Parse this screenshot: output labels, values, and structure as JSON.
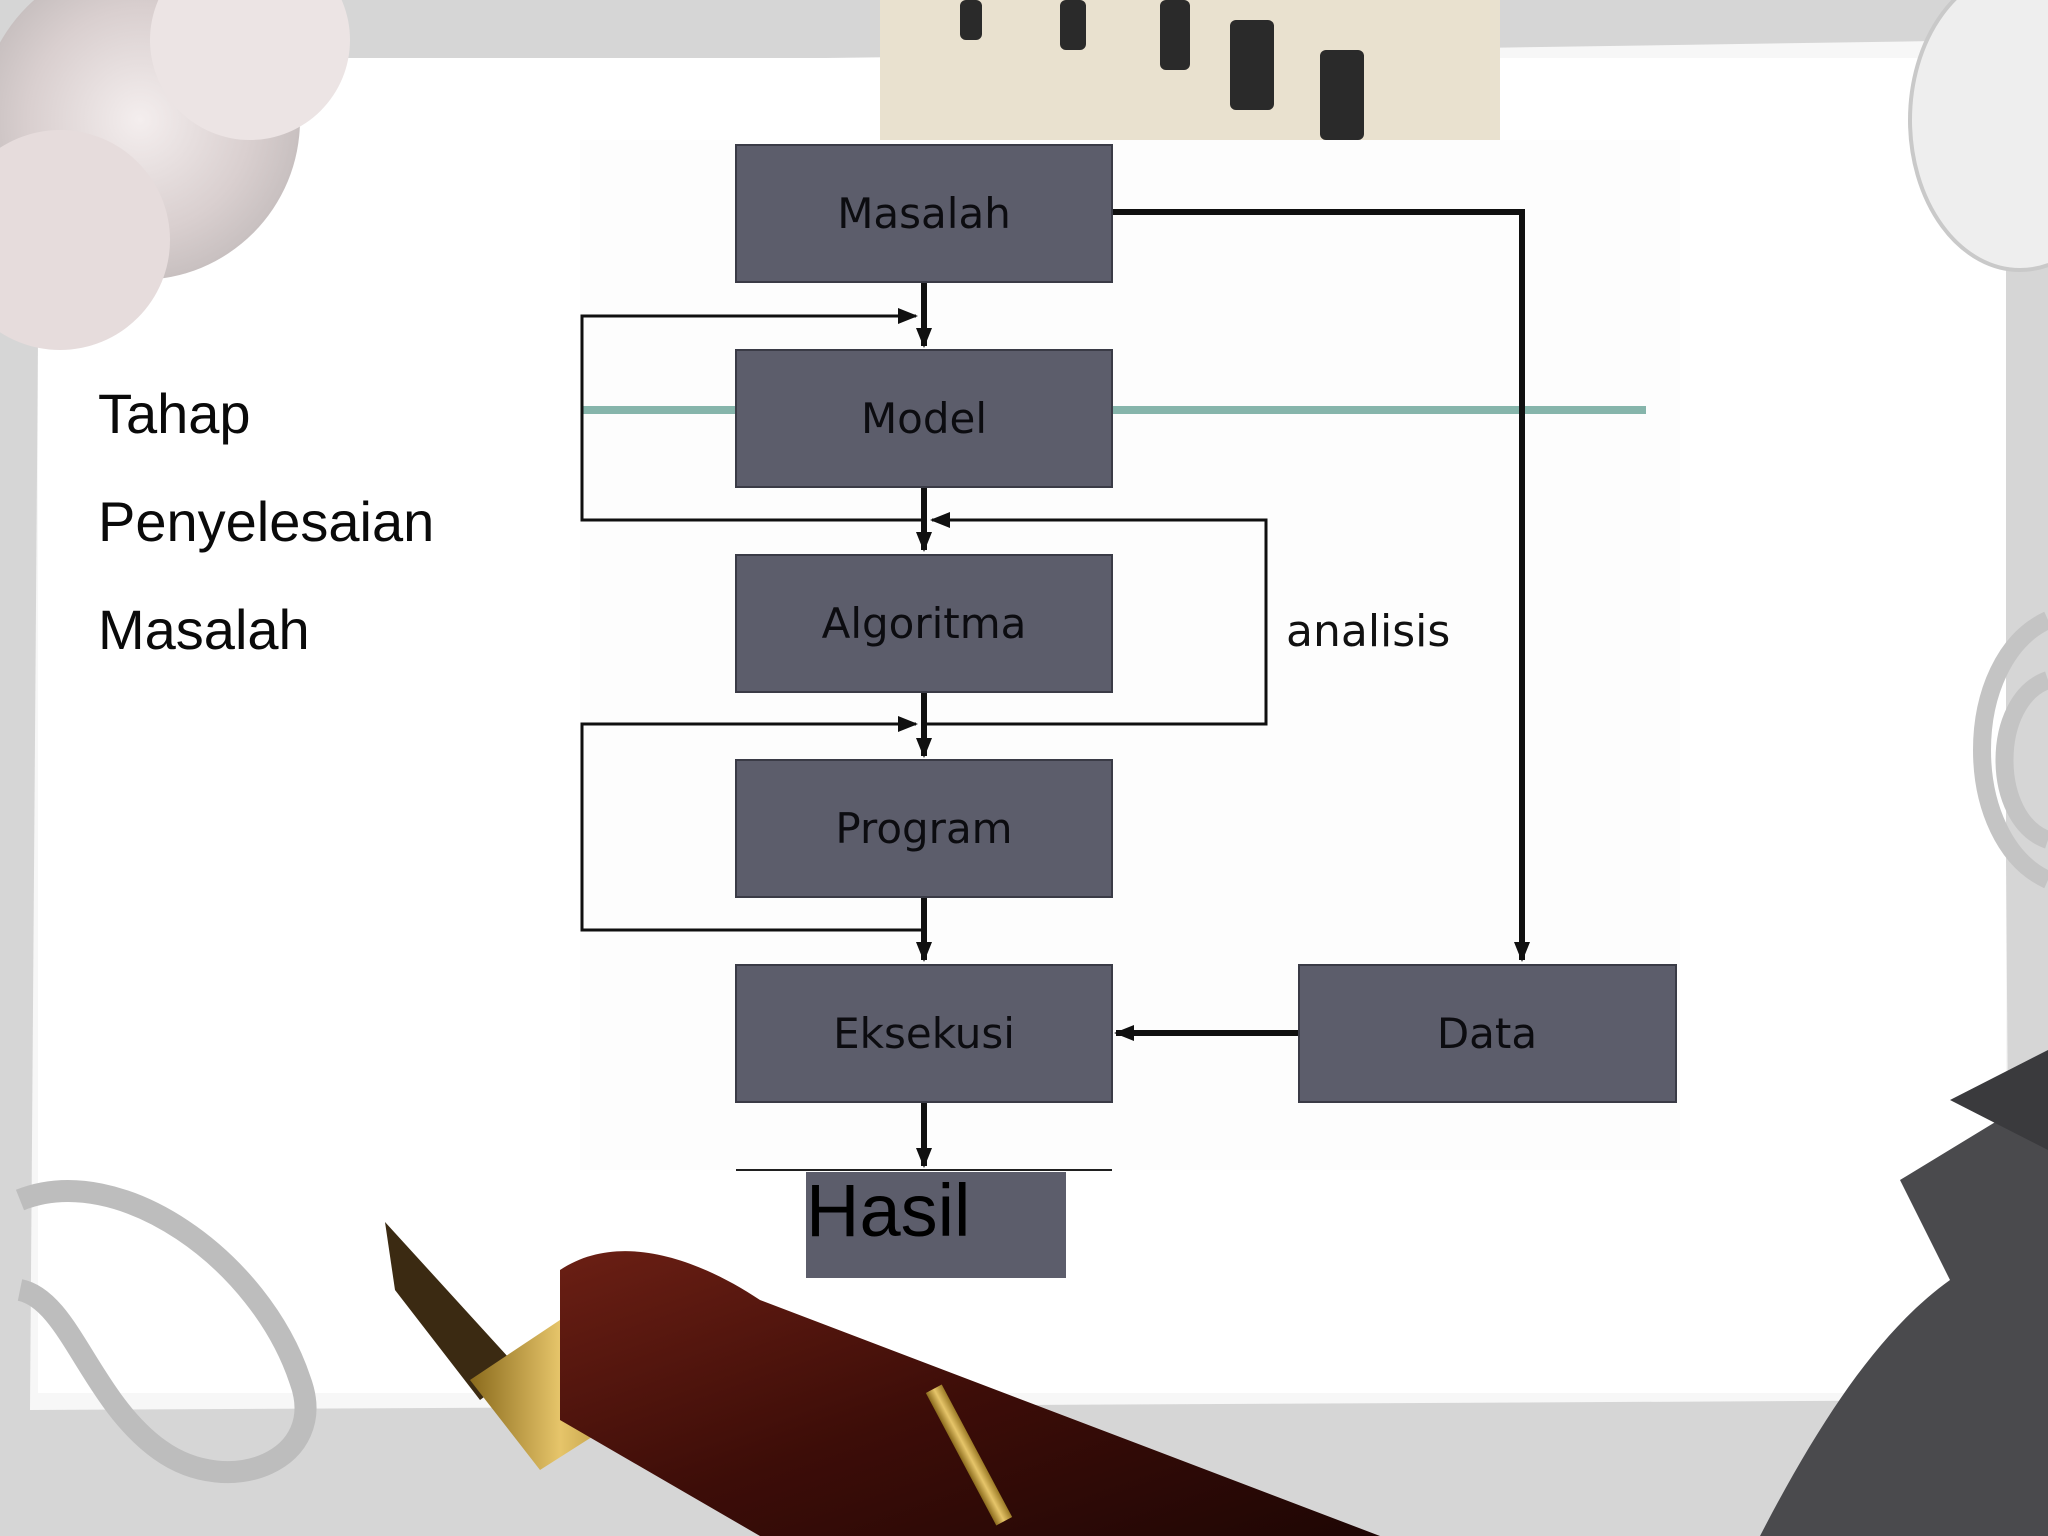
{
  "slide": {
    "title_lines": [
      "Tahap",
      "Penyelesaian",
      "Masalah"
    ]
  },
  "diagram": {
    "nodes": {
      "masalah": "Masalah",
      "model": "Model",
      "algoritma": "Algoritma",
      "program": "Program",
      "eksekusi": "Eksekusi",
      "data": "Data",
      "hasil": "Hasil"
    },
    "annotation": "analisis",
    "edges": [
      [
        "Masalah",
        "Model"
      ],
      [
        "Model",
        "Algoritma"
      ],
      [
        "Algoritma",
        "Program"
      ],
      [
        "Program",
        "Eksekusi"
      ],
      [
        "Eksekusi",
        "Hasil"
      ],
      [
        "Masalah",
        "Data"
      ],
      [
        "Data",
        "Eksekusi"
      ],
      [
        "Algoritma",
        "Model"
      ],
      [
        "Program",
        "Algoritma"
      ],
      [
        "Program",
        "Model"
      ]
    ],
    "colors": {
      "box_fill": "#5c5d6b",
      "line": "#101010",
      "teal_line": "#86b5ab",
      "panel": "#fdfdfd"
    }
  }
}
